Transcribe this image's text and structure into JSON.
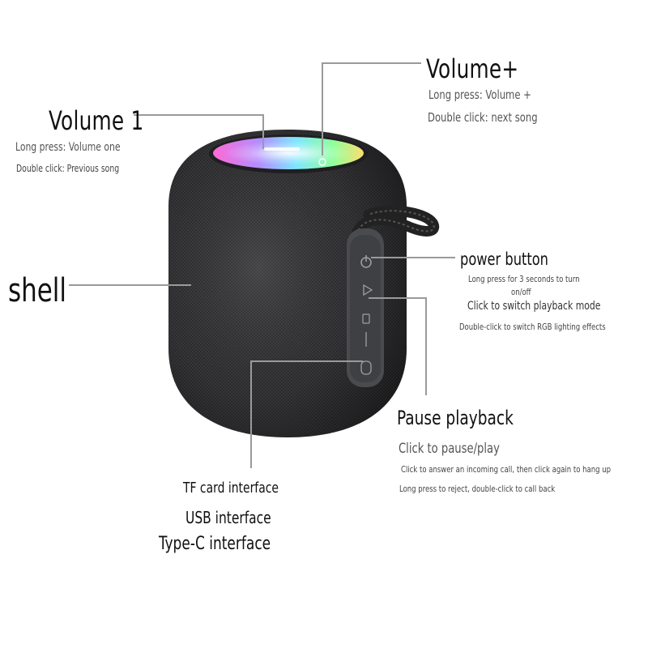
{
  "callouts": {
    "volume_plus": {
      "title": "Volume+",
      "lines": [
        "Long press: Volume +",
        "Double click: next song"
      ]
    },
    "volume_minus": {
      "title": "Volume 1",
      "lines": [
        "Long press: Volume one",
        "Double click: Previous song"
      ]
    },
    "shell": {
      "title": "shell"
    },
    "power_button": {
      "title": "power button",
      "lines": [
        "Long press for 3 seconds to turn",
        "on/off",
        "Click to switch playback mode",
        "Double-click to switch RGB lighting effects"
      ]
    },
    "pause_playback": {
      "title": "Pause playback",
      "lines": [
        "Click to pause/play",
        "Click to answer an incoming call, then click again to hang up",
        "Long press to reject, double-click to call back"
      ]
    },
    "interfaces": {
      "lines": [
        "TF card interface",
        "USB interface",
        "Type-C interface"
      ]
    }
  },
  "colors": {
    "body": "#2a2a2c",
    "leader_line": "#9a9a9a",
    "panel": "#4a4b4e",
    "ring_glow": [
      "#ff7ad9",
      "#7fe0ff",
      "#8effa0",
      "#ffe27a"
    ]
  },
  "icons": [
    "power-icon",
    "play-pause-icon",
    "tf-card-icon",
    "usb-icon",
    "type-c-icon"
  ]
}
